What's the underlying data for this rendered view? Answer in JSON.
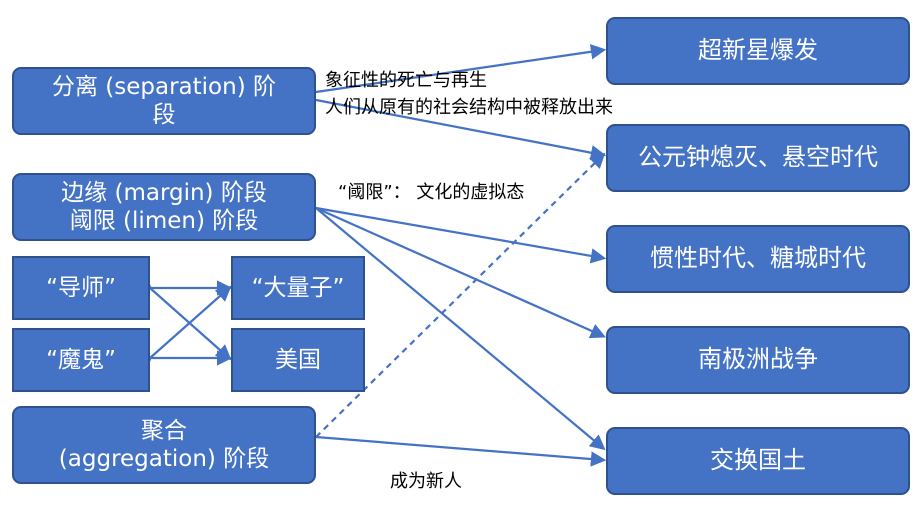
{
  "left_stages": {
    "separation": {
      "line1": "分离 (separation) 阶",
      "line2": "段"
    },
    "margin": {
      "line1": "边缘 (margin) 阶段",
      "line2": "阈限 (limen) 阶段"
    },
    "aggregation": {
      "line1": "聚合",
      "line2": "(aggregation) 阶段"
    }
  },
  "middle_boxes": {
    "mentor": "“导师”",
    "devil": "“魔鬼”",
    "big_quantum": "“大量子”",
    "usa": "美国"
  },
  "right_boxes": {
    "supernova": "超新星爆发",
    "era_extinction": "公元钟熄灭、悬空时代",
    "inertia_era": "惯性时代、糖城时代",
    "antarctic_war": "南极洲战争",
    "exchange_land": "交换国土"
  },
  "annotations": {
    "symbolic_death_line1": "象征性的死亡与再生",
    "symbolic_death_line2": "人们从原有的社会结构中被释放出来",
    "liminal": "“阈限”： 文化的虚拟态",
    "become_new": "成为新人"
  },
  "colors": {
    "box_fill": "#4472C4",
    "box_border": "#2F528F",
    "box_text": "#FFFFFF",
    "arrow": "#4472C4"
  }
}
